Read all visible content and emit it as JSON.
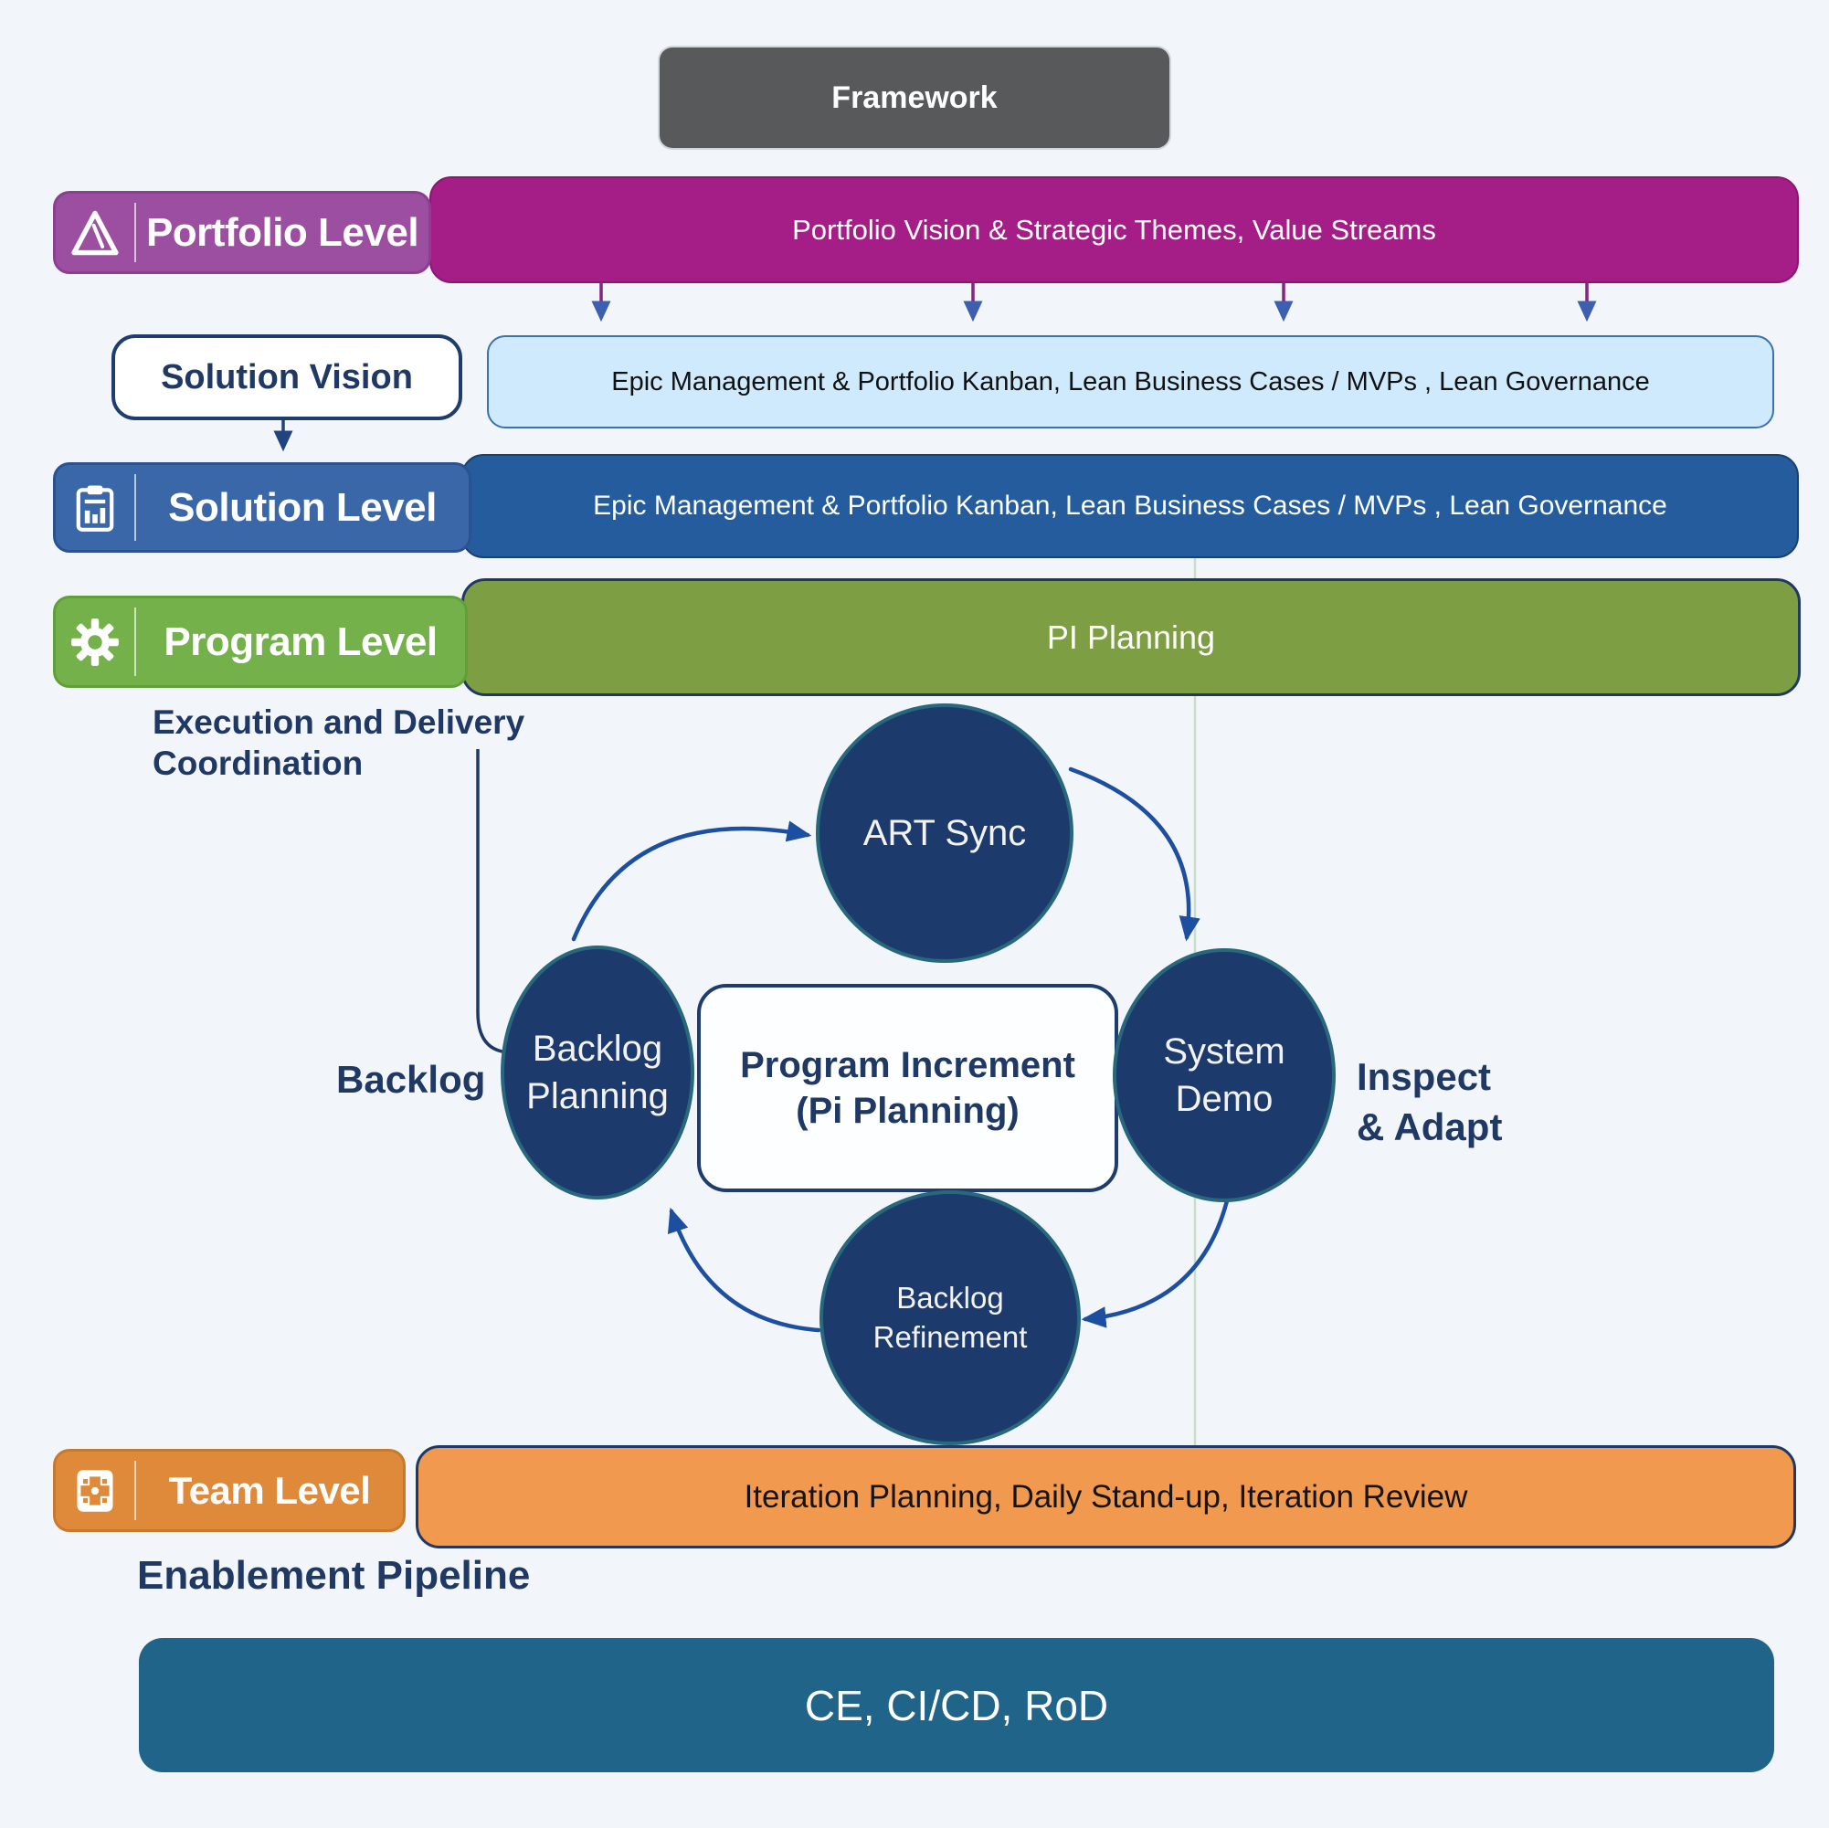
{
  "framework": {
    "label": "Framework"
  },
  "levels": {
    "portfolio": {
      "label": "Portfolio Level",
      "icon": "triangle-delta-icon",
      "bar": "Portfolio Vision & Strategic Themes, Value Streams"
    },
    "solution_vision": {
      "label": "Solution Vision",
      "bar": "Epic Management & Portfolio Kanban, Lean Business Cases / MVPs , Lean Governance"
    },
    "solution": {
      "label": "Solution Level",
      "icon": "clipboard-chart-icon",
      "bar": "Epic Management & Portfolio Kanban, Lean Business Cases / MVPs , Lean Governance"
    },
    "program": {
      "label": "Program Level",
      "icon": "gear-icon",
      "bar": "PI Planning"
    },
    "team": {
      "label": "Team Level",
      "icon": "team-cross-icon",
      "bar": "Iteration Planning, Daily Stand-up, Iteration Review"
    }
  },
  "execution": {
    "line1": "Execution and Delivery",
    "line2": "Coordination"
  },
  "cycle": {
    "art_sync": "ART Sync",
    "backlog_planning_line1": "Backlog",
    "backlog_planning_line2": "Planning",
    "system_demo_line1": "System",
    "system_demo_line2": "Demo",
    "backlog_refinement_line1": "Backlog",
    "backlog_refinement_line2": "Refinement",
    "center_line1": "Program Increment",
    "center_line2": "(Pi Planning)",
    "backlog_label": "Backlog",
    "inspect_line1": "Inspect",
    "inspect_line2": "& Adapt"
  },
  "enablement": {
    "label": "Enablement Pipeline",
    "bar": "CE, CI/CD, RoD"
  },
  "colors": {
    "framework_gray": "#58595b",
    "portfolio_label_purple": "#9c4fa0",
    "portfolio_bar_magenta": "#a51e88",
    "lightblue_bar": "#cfeafc",
    "solution_label_blue": "#3a67a8",
    "solution_bar_blue": "#245c9e",
    "program_label_green": "#74b14b",
    "program_bar_olive": "#7d9e42",
    "team_label_orange": "#de8a3a",
    "team_bar_orange": "#f0994f",
    "bottom_bar_teal": "#20648a",
    "circle_navy": "#1d3a6d",
    "circle_border_teal": "#27687d",
    "text_navy": "#1f3864",
    "arrow_purple": "#82267e",
    "arrow_navy": "#1d4fa1"
  }
}
